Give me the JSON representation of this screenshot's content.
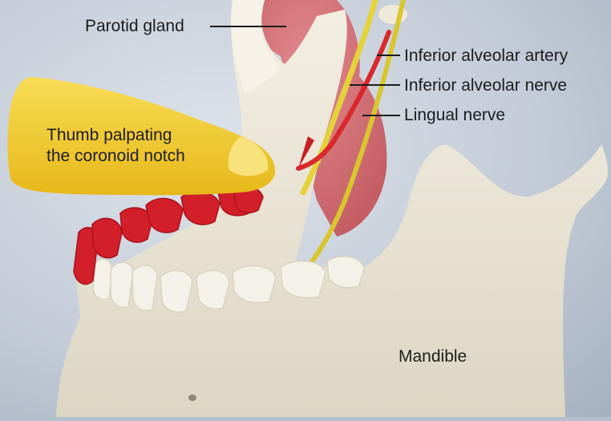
{
  "labels": {
    "parotid_gland": "Parotid gland",
    "inferior_alveolar_artery": "Inferior alveolar artery",
    "inferior_alveolar_nerve": "Inferior alveolar nerve",
    "lingual_nerve": "Lingual nerve",
    "thumb_line1": "Thumb palpating",
    "thumb_line2": "the coronoid notch",
    "mandible": "Mandible"
  },
  "colors": {
    "background": "#b4bfcd",
    "bone": "#ede8d8",
    "parotid": "#cf6e73",
    "thumb": "#f4cd2c",
    "nerve": "#e4d23a",
    "artery": "#d9282c",
    "upper_teeth": "#d31f2a",
    "leader_line": "#1c1c1c"
  }
}
